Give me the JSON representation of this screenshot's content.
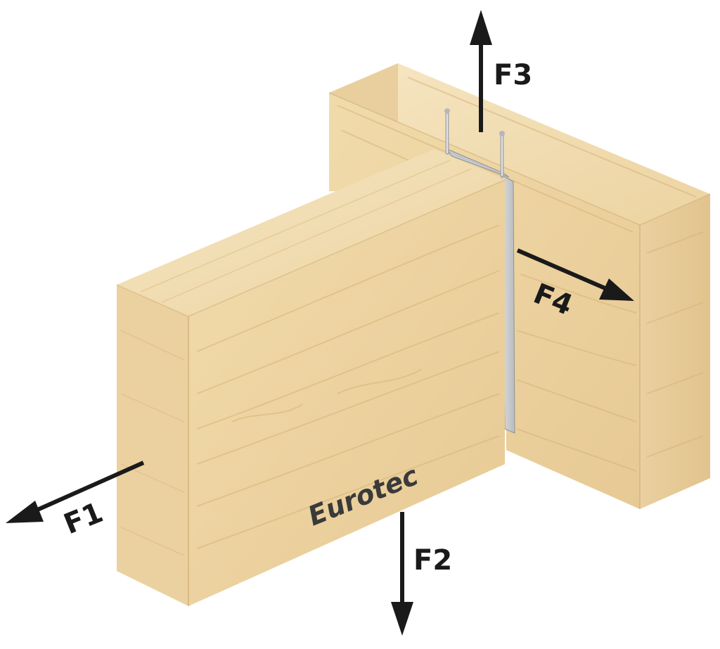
{
  "diagram": {
    "brand": "Eurotec",
    "forces": {
      "f1": "F1",
      "f2": "F2",
      "f3": "F3",
      "f4": "F4"
    },
    "colors": {
      "wood_top": "#f2ddb0",
      "wood_front": "#ecd3a1",
      "wood_side": "#e6c892",
      "wood_grain": "#d9b57c",
      "bracket": "#c9cbcd",
      "bracket_edge": "#9ea1a4",
      "arrow": "#1a1a1a"
    }
  }
}
